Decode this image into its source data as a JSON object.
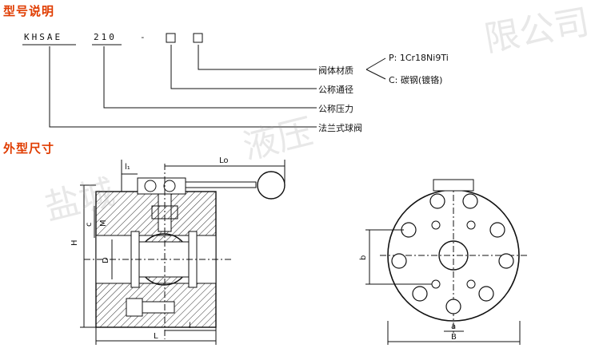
{
  "section_model": "型号说明",
  "section_dims": "外型尺寸",
  "model_code": {
    "prefix": "KHSAE",
    "pressure": "210",
    "dash": "-"
  },
  "legend": {
    "body_material": "阀体材质",
    "option_p": "P: 1Cr18Ni9Ti",
    "option_c": "C: 碳钢(镀铬)",
    "nominal_size": "公称通径",
    "nominal_pressure": "公称压力",
    "flange_ball_valve": "法兰式球阀"
  },
  "dimensions": {
    "l1": "l₁",
    "lo": "Lo",
    "h": "H",
    "c": "c",
    "m": "M",
    "d": "D",
    "l_small": "l",
    "l_big": "L",
    "b": "b",
    "a": "a",
    "b_big": "B"
  },
  "watermark": {
    "text1": "盐城",
    "text2": "液压",
    "text3": "限公司"
  }
}
